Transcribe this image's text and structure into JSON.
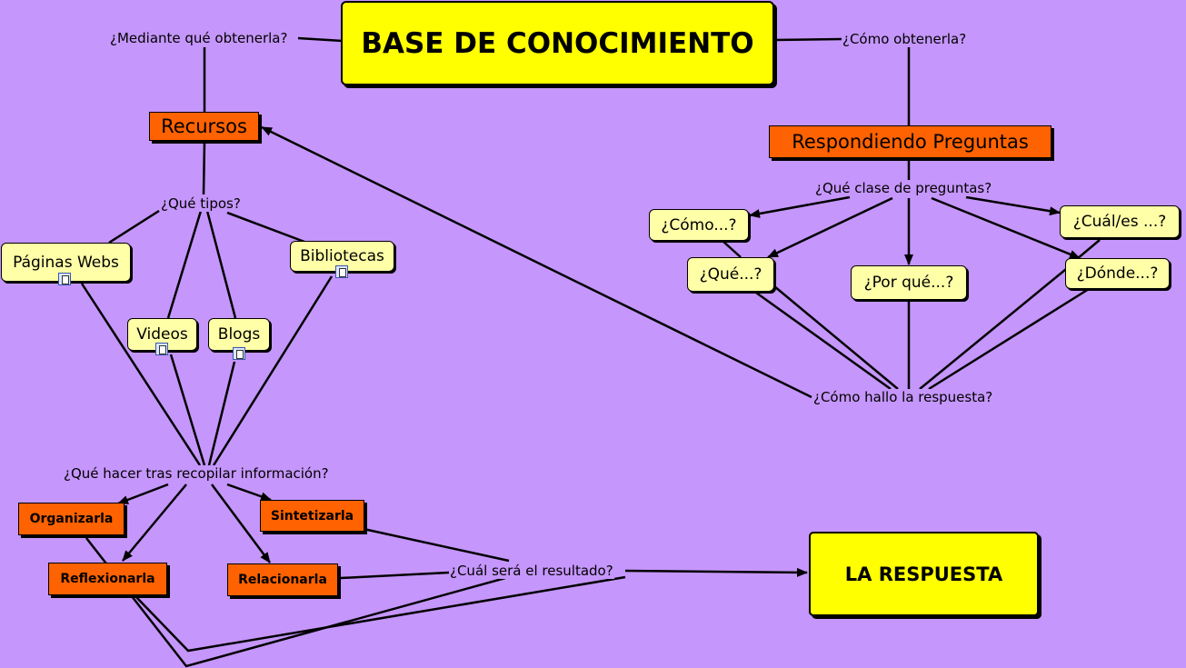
{
  "concepts": {
    "base": "BASE DE CONOCIMIENTO",
    "recursos": "Recursos",
    "respondiendo": "Respondiendo Preguntas",
    "paginas": "Páginas Webs",
    "videos": "Videos",
    "blogs": "Blogs",
    "bibliotecas": "Bibliotecas",
    "como": "¿Cómo...?",
    "que": "¿Qué...?",
    "porque": "¿Por qué...?",
    "cuales": "¿Cuál/es ...?",
    "donde": "¿Dónde...?",
    "organizarla": "Organizarla",
    "sintetizarla": "Sintetizarla",
    "reflexionarla": "Reflexionarla",
    "relacionarla": "Relacionarla",
    "respuesta": "LA RESPUESTA"
  },
  "phrases": {
    "mediante": "¿Mediante qué obtenerla?",
    "como_obtenerla": "¿Cómo obtenerla?",
    "que_tipos": "¿Qué tipos?",
    "que_clase": "¿Qué clase de preguntas?",
    "como_hallo": "¿Cómo hallo la respuesta?",
    "que_hacer": "¿Qué hacer tras recopilar información?",
    "cual_resultado": "¿Cuál será el resultado?"
  },
  "colors": {
    "background": "#c596fb",
    "main_concept": "#ffff00",
    "category_concept": "#ff6200",
    "leaf_concept": "#ffffa8",
    "link": "#000000"
  },
  "icons": [
    "resource-doc-icon"
  ]
}
